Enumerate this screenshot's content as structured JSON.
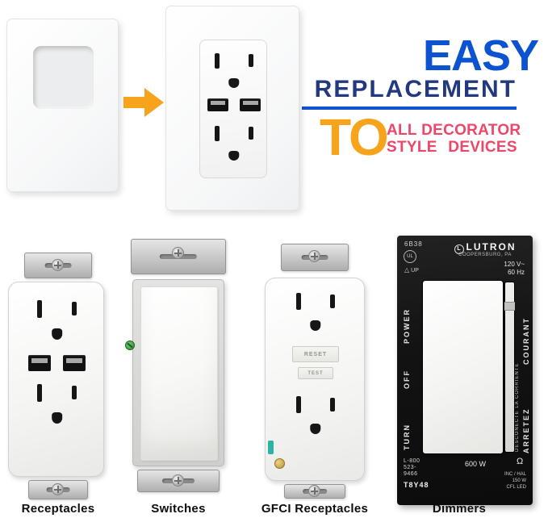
{
  "colors": {
    "easy_blue": "#0b53d0",
    "navy": "#22397f",
    "orange": "#f7a31c",
    "pink": "#ee4668"
  },
  "header": {
    "easy": "EASY",
    "replacement": "REPLACEMENT",
    "to": "TO",
    "decorator_line1": "ALL DECORATOR",
    "decorator_line2": "STYLE DEVICES"
  },
  "gfci": {
    "reset": "RESET",
    "test": "TEST"
  },
  "dimmer": {
    "model_top": "6B38",
    "ul": "UL",
    "up": "UP",
    "logo_letter": "L",
    "brand": "LUTRON",
    "city": "COOPERSBURG, PA",
    "volts": "120 V~",
    "hertz": "60 Hz",
    "power": "POWER",
    "off": "OFF",
    "turn": "TURN",
    "desconecte": "DESCONECTE LA CORRIENTE",
    "courant": "COURANT",
    "arretez": "ARRETEZ",
    "code1": "L-800",
    "code2": "523-",
    "code3": "9466",
    "model_bottom": "T8Y48",
    "watts": "600 W",
    "ohm": "Ω",
    "load1": "INC / HAL",
    "load2": "150 W",
    "load3": "CFL LED"
  },
  "captions": {
    "receptacles": "Receptacles",
    "switches": "Switches",
    "gfci": "GFCI Receptacles",
    "dimmers": "Dimmers"
  }
}
